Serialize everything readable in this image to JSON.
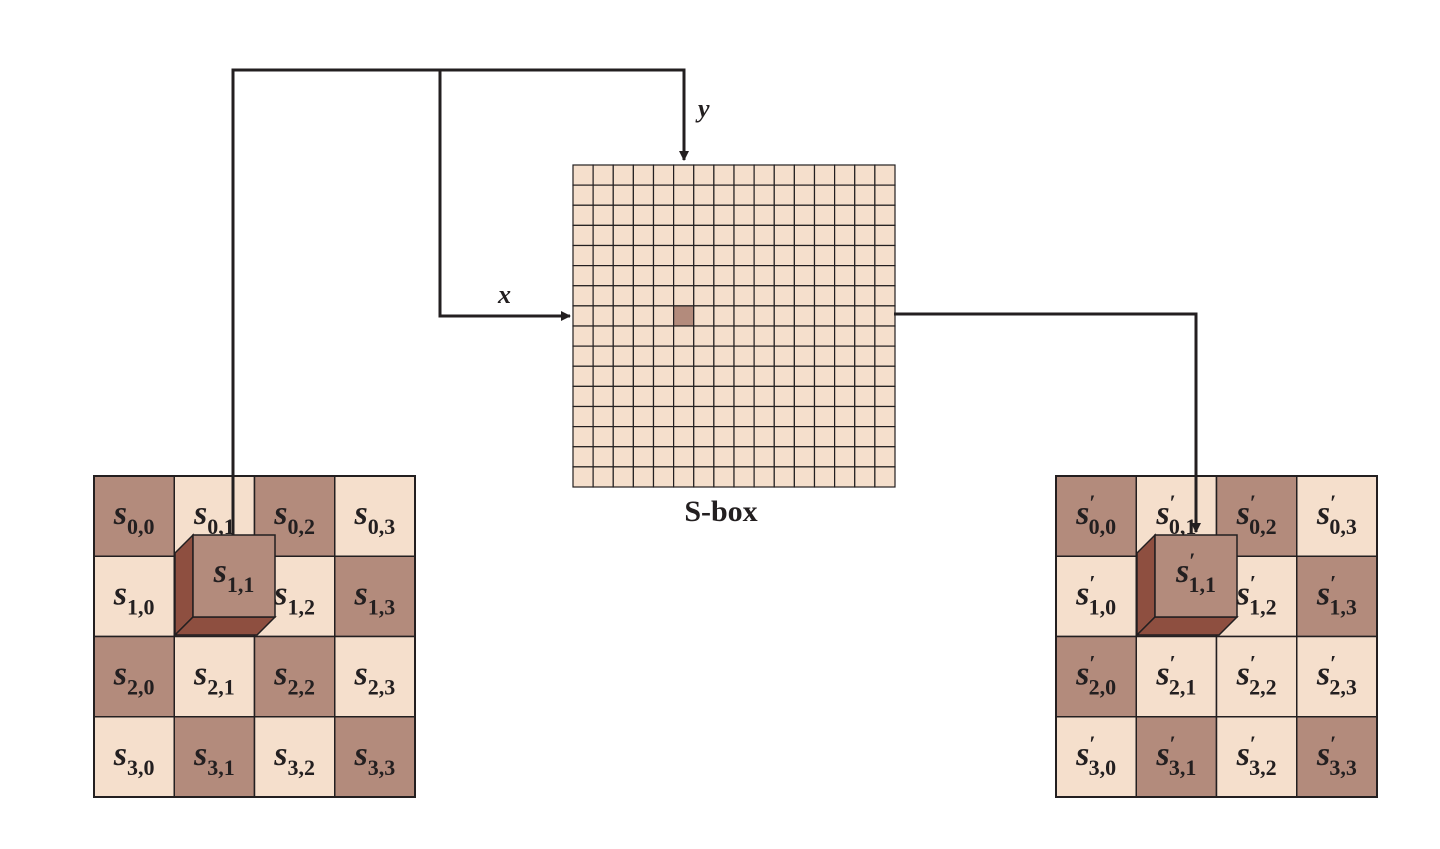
{
  "colors": {
    "dark": "#b38b7c",
    "light": "#f5dfcc",
    "cube_side": "#8e4f40",
    "line": "#231f20"
  },
  "sbox": {
    "label": "S-box",
    "rows": 16,
    "cols": 16,
    "highlight": {
      "row": 7,
      "col": 5
    }
  },
  "arrows": {
    "x_label": "x",
    "y_label": "y"
  },
  "input_state": {
    "cells": [
      [
        {
          "var": "s",
          "sub": "0,0",
          "shade": "dark"
        },
        {
          "var": "s",
          "sub": "0,1",
          "shade": "light"
        },
        {
          "var": "s",
          "sub": "0,2",
          "shade": "dark"
        },
        {
          "var": "s",
          "sub": "0,3",
          "shade": "light"
        }
      ],
      [
        {
          "var": "s",
          "sub": "1,0",
          "shade": "light"
        },
        {
          "var": "s",
          "sub": "1,1",
          "shade": "dark"
        },
        {
          "var": "s",
          "sub": "1,2",
          "shade": "light"
        },
        {
          "var": "s",
          "sub": "1,3",
          "shade": "dark"
        }
      ],
      [
        {
          "var": "s",
          "sub": "2,0",
          "shade": "dark"
        },
        {
          "var": "s",
          "sub": "2,1",
          "shade": "light"
        },
        {
          "var": "s",
          "sub": "2,2",
          "shade": "dark"
        },
        {
          "var": "s",
          "sub": "2,3",
          "shade": "light"
        }
      ],
      [
        {
          "var": "s",
          "sub": "3,0",
          "shade": "light"
        },
        {
          "var": "s",
          "sub": "3,1",
          "shade": "dark"
        },
        {
          "var": "s",
          "sub": "3,2",
          "shade": "light"
        },
        {
          "var": "s",
          "sub": "3,3",
          "shade": "dark"
        }
      ]
    ],
    "selected": {
      "var": "s",
      "sub": "1,1"
    }
  },
  "output_state": {
    "prime": "′",
    "cells": [
      [
        {
          "var": "s",
          "sub": "0,0",
          "shade": "dark"
        },
        {
          "var": "s",
          "sub": "0,1",
          "shade": "light"
        },
        {
          "var": "s",
          "sub": "0,2",
          "shade": "dark"
        },
        {
          "var": "s",
          "sub": "0,3",
          "shade": "light"
        }
      ],
      [
        {
          "var": "s",
          "sub": "1,0",
          "shade": "light"
        },
        {
          "var": "s",
          "sub": "1,1",
          "shade": "dark"
        },
        {
          "var": "s",
          "sub": "1,2",
          "shade": "light"
        },
        {
          "var": "s",
          "sub": "1,3",
          "shade": "dark"
        }
      ],
      [
        {
          "var": "s",
          "sub": "2,0",
          "shade": "dark"
        },
        {
          "var": "s",
          "sub": "2,1",
          "shade": "light"
        },
        {
          "var": "s",
          "sub": "2,2",
          "shade": "light"
        },
        {
          "var": "s",
          "sub": "2,3",
          "shade": "light"
        }
      ],
      [
        {
          "var": "s",
          "sub": "3,0",
          "shade": "light"
        },
        {
          "var": "s",
          "sub": "3,1",
          "shade": "dark"
        },
        {
          "var": "s",
          "sub": "3,2",
          "shade": "light"
        },
        {
          "var": "s",
          "sub": "3,3",
          "shade": "dark"
        }
      ]
    ],
    "selected": {
      "var": "s",
      "sub": "1,1"
    }
  }
}
